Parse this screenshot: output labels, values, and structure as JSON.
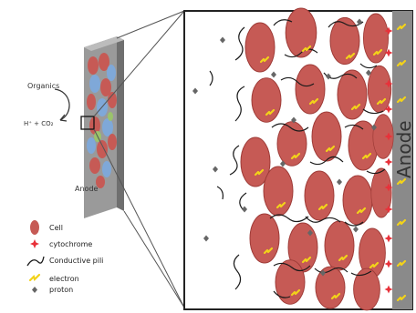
{
  "labels": {
    "organics": "Organics",
    "products": "H⁺ + CO₂",
    "anode_small": "Anode",
    "anode_large": "Anode"
  },
  "legend": [
    {
      "icon": "cell-icon",
      "label": "Cell"
    },
    {
      "icon": "cytochrome-icon",
      "label": "cytochrome"
    },
    {
      "icon": "pili-icon",
      "label": "Conductive pili"
    },
    {
      "icon": "electron-icon",
      "label": "electron"
    },
    {
      "icon": "proton-icon",
      "label": "proton"
    }
  ],
  "colors": {
    "cell": "#c65a55",
    "cell_stroke": "#9e3b37",
    "cytochrome": "#e8313a",
    "pili": "#1a1a1a",
    "electron": "#f2d21a",
    "proton": "#666666",
    "anode": "#8a8a8a",
    "blue_cell": "#7fa8d8"
  }
}
